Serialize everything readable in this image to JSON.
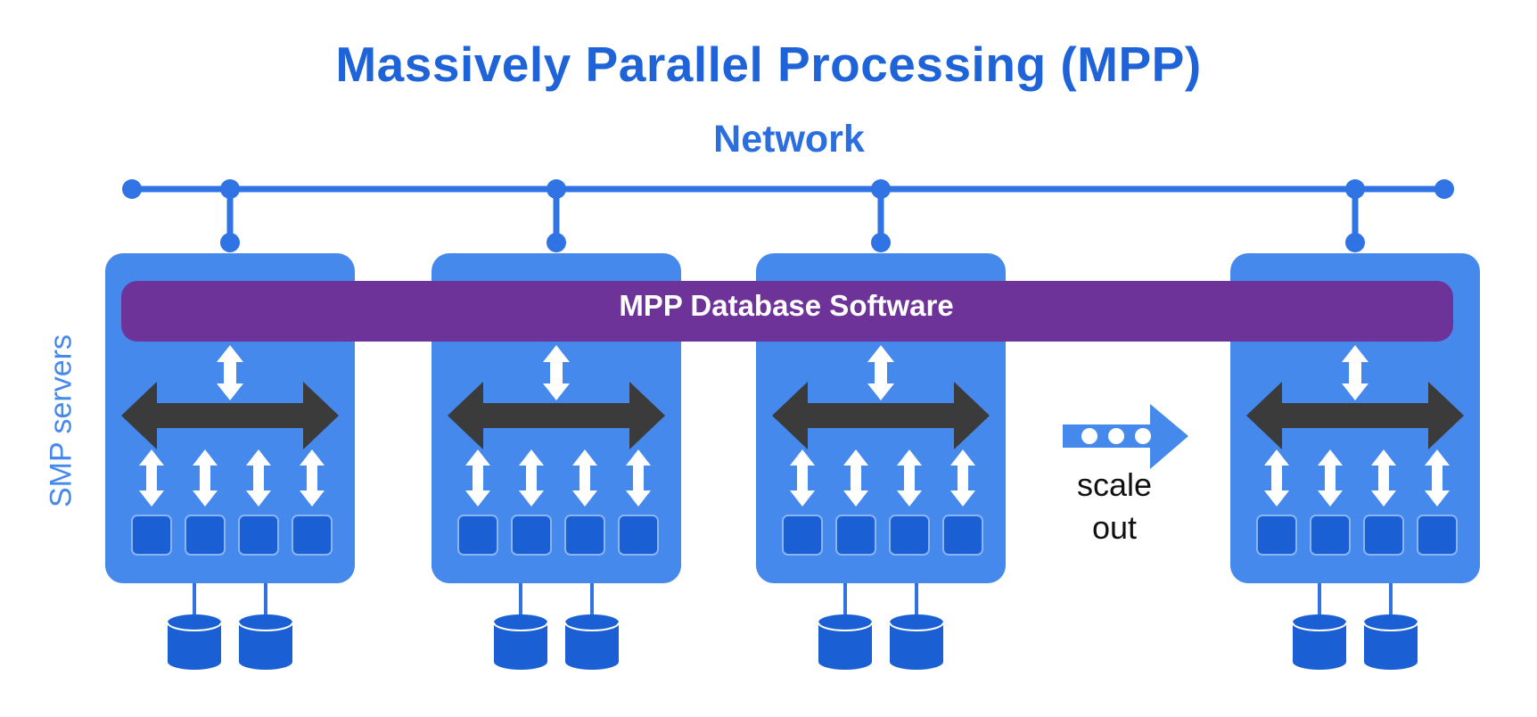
{
  "title": "Massively Parallel Processing (MPP)",
  "network_label": "Network",
  "side_label": "SMP servers",
  "software_label": "MPP Database Software",
  "scale_label": "scale out",
  "nodes": [
    {
      "id": "server-1"
    },
    {
      "id": "server-2"
    },
    {
      "id": "server-3"
    },
    {
      "id": "server-4"
    }
  ],
  "colors": {
    "title": "#1f63d8",
    "server_box": "#4589ec",
    "software_bar": "#6e3399",
    "network_line": "#2f73e4",
    "cpu_square": "#1a5fd4",
    "disk": "#1a5fd4",
    "bus_arrow": "#3b3b3b",
    "arrow_white": "#ffffff"
  }
}
